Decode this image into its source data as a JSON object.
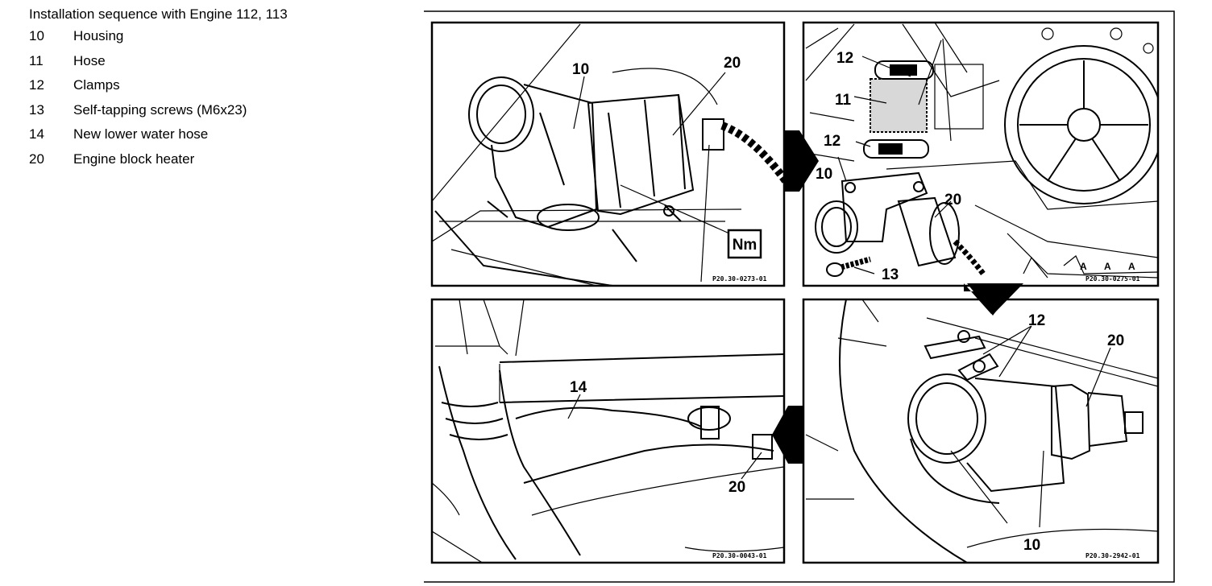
{
  "legend": {
    "title": "Installation sequence with Engine 112, 113",
    "items": [
      {
        "num": "10",
        "text": "Housing"
      },
      {
        "num": "11",
        "text": "Hose"
      },
      {
        "num": "12",
        "text": "Clamps"
      },
      {
        "num": "13",
        "text": "Self-tapping screws (M6x23)"
      },
      {
        "num": "14",
        "text": "New lower water hose"
      },
      {
        "num": "20",
        "text": "Engine block heater"
      }
    ]
  },
  "panels": {
    "p1": {
      "label_10": "10",
      "label_20": "20",
      "torque": "Nm",
      "code": "P20.30-0273-01"
    },
    "p2": {
      "label_12a": "12",
      "label_11": "11",
      "label_12b": "12",
      "label_10": "10",
      "label_20": "20",
      "label_13": "13",
      "code": "P20.30-0275-01"
    },
    "p3": {
      "label_14": "14",
      "label_20": "20",
      "code": "P20.30-0043-01"
    },
    "p4": {
      "label_12": "12",
      "label_20": "20",
      "label_10": "10",
      "code": "P20.30-2942-01"
    }
  }
}
